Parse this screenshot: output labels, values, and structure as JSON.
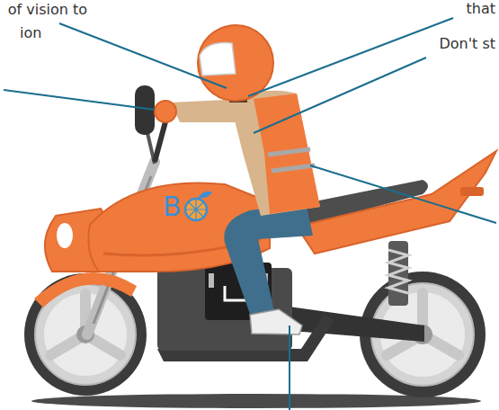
{
  "diagram": {
    "labels": [
      "of vision to",
      "ion",
      "that",
      "Don't st",
      "B"
    ]
  }
}
